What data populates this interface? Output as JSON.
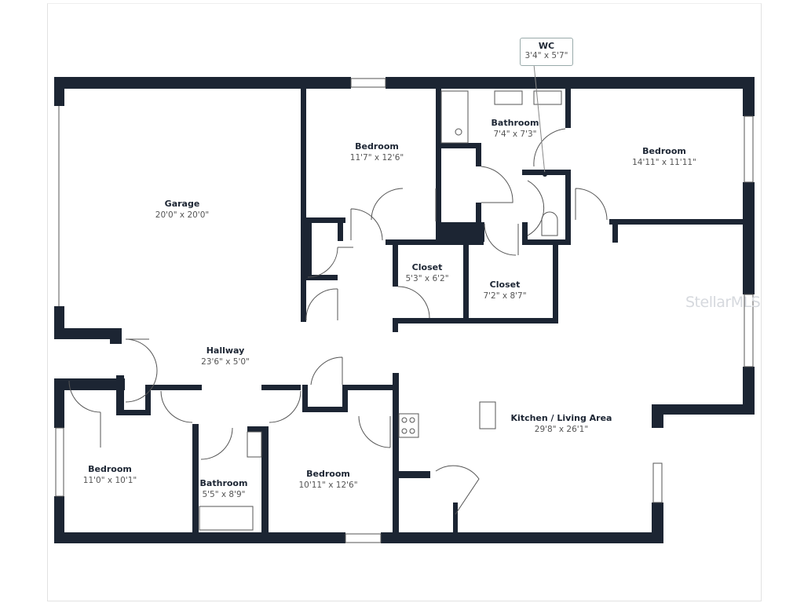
{
  "colors": {
    "wall": "#1c2533",
    "label": "#1c2533",
    "dimension": "#555555"
  },
  "rooms": [
    {
      "name": "Garage",
      "dims": "20'0\" x 20'0\""
    },
    {
      "name": "Bedroom",
      "dims": "11'7\" x 12'6\""
    },
    {
      "name": "Bathroom",
      "dims": "7'4\" x 7'3\""
    },
    {
      "name": "Bedroom",
      "dims": "14'11\" x 11'11\""
    },
    {
      "name": "Closet",
      "dims": "5'3\" x 6'2\""
    },
    {
      "name": "Closet",
      "dims": "7'2\" x 8'7\""
    },
    {
      "name": "Hallway",
      "dims": "23'6\" x 5'0\""
    },
    {
      "name": "Kitchen / Living Area",
      "dims": "29'8\" x 26'1\""
    },
    {
      "name": "Bedroom",
      "dims": "11'0\" x 10'1\""
    },
    {
      "name": "Bathroom",
      "dims": "5'5\" x 8'9\""
    },
    {
      "name": "Bedroom",
      "dims": "10'11\" x 12'6\""
    }
  ],
  "callout": {
    "name": "WC",
    "dims": "3'4\" x 5'7\""
  },
  "watermark": "StellarMLS"
}
